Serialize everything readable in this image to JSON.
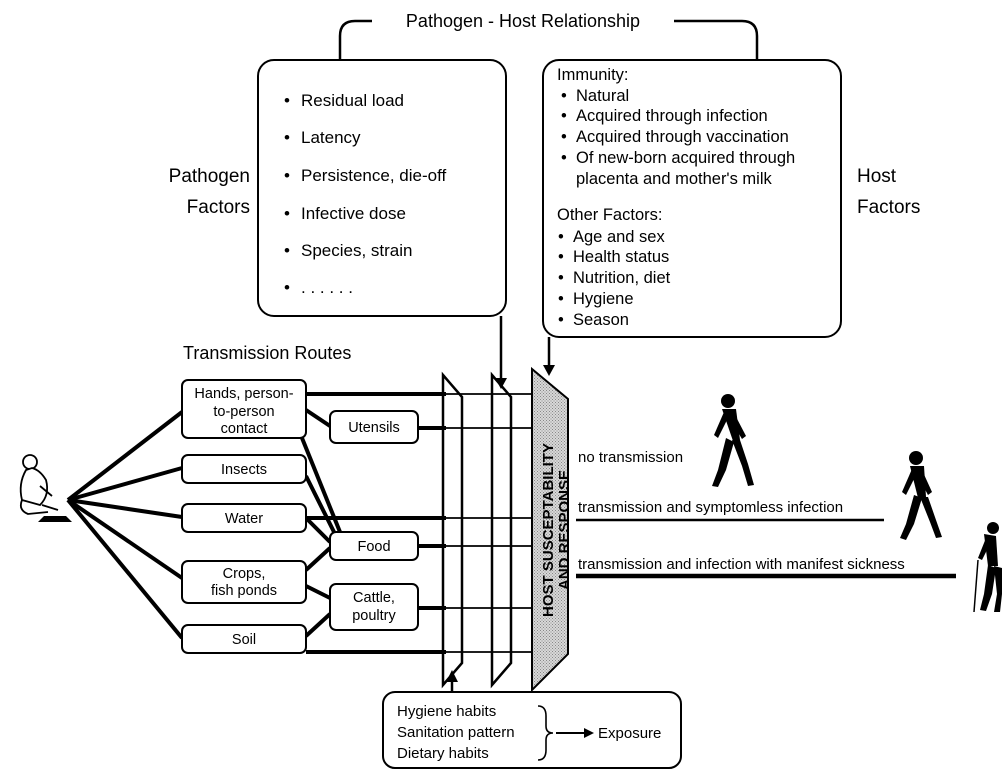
{
  "title": "Pathogen - Host Relationship",
  "pathogen_factors": {
    "label_line1": "Pathogen",
    "label_line2": "Factors",
    "items": [
      "Residual load",
      "Latency",
      "Persistence, die-off",
      "Infective dose",
      "Species, strain",
      ". . . . . ."
    ]
  },
  "host_factors": {
    "label_line1": "Host",
    "label_line2": "Factors",
    "immunity_heading": "Immunity:",
    "immunity_items": [
      "Natural",
      "Acquired through infection",
      "Acquired through vaccination",
      "Of new-born acquired through",
      "placenta and mother's milk"
    ],
    "other_heading": "Other Factors:",
    "other_items": [
      "Age and sex",
      "Health status",
      "Nutrition, diet",
      "Hygiene",
      "Season"
    ]
  },
  "transmission": {
    "heading": "Transmission Routes",
    "routes": {
      "hands_line1": "Hands, person-",
      "hands_line2": "to-person",
      "hands_line3": "contact",
      "insects": "Insects",
      "water": "Water",
      "crops_line1": "Crops,",
      "crops_line2": "fish ponds",
      "soil": "Soil",
      "utensils": "Utensils",
      "food": "Food",
      "cattle_line1": "Cattle,",
      "cattle_line2": "poultry"
    }
  },
  "susceptibility": {
    "line1": "HOST SUSCEPTABILITY",
    "line2": "AND RESPONSE"
  },
  "outcomes": {
    "none": "no transmission",
    "symptomless": "transmission and symptomless infection",
    "sickness": "transmission and infection with manifest sickness"
  },
  "exposure": {
    "habits": [
      "Hygiene habits",
      "Sanitation pattern",
      "Dietary habits"
    ],
    "result": "Exposure"
  }
}
